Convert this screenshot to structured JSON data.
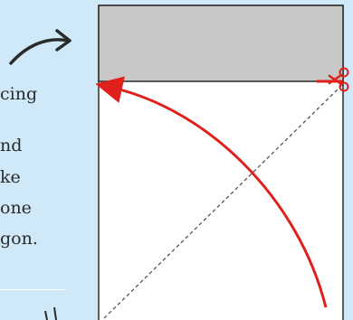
{
  "instruction_lines": [
    "cing",
    "nd",
    "ke",
    " one",
    "gon."
  ],
  "colors": {
    "background": "#cfe9f8",
    "paper": "#ffffff",
    "fold_strip": "#c8c8c8",
    "arrow": "#2b2b2b",
    "cut_line": "#e0201c",
    "fold_arrow": "#e0201c",
    "diagonal": "#555555"
  },
  "icons": [
    "curved-arrow-icon",
    "scissors-icon"
  ]
}
